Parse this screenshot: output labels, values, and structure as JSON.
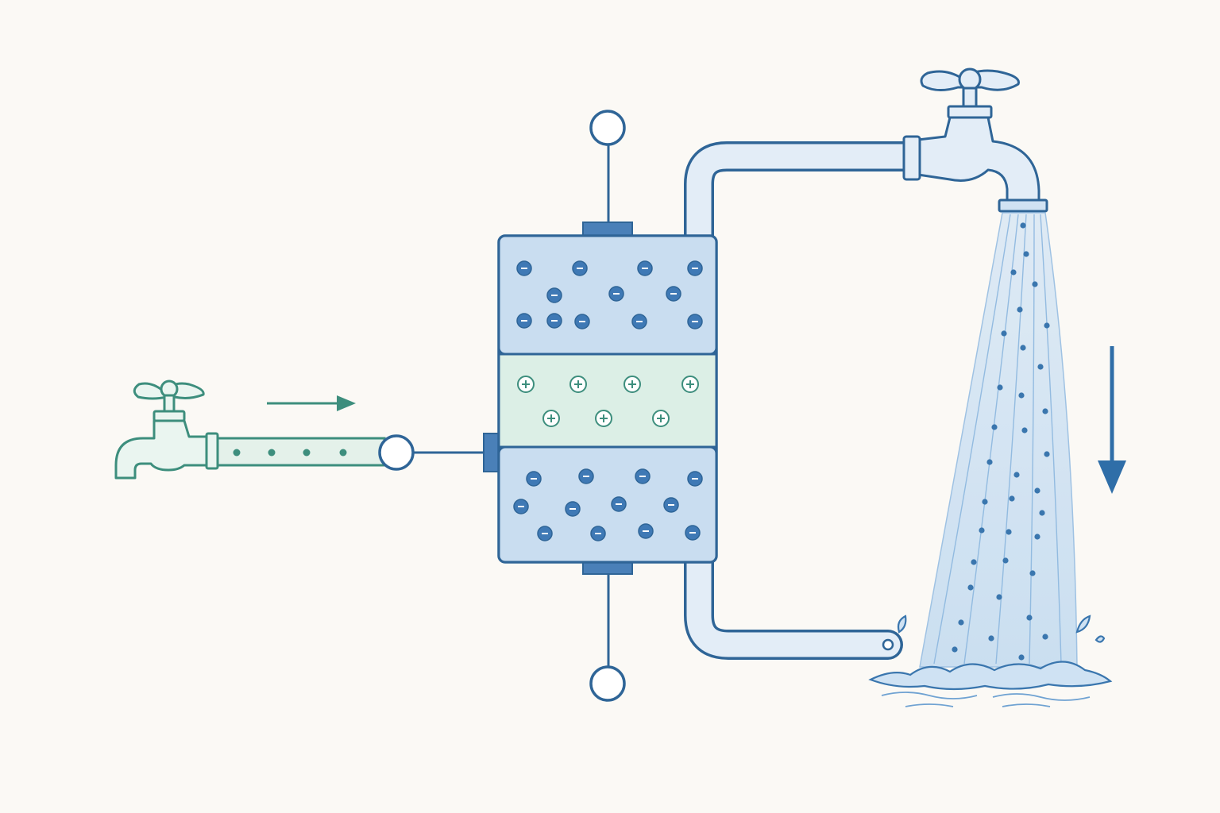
{
  "diagram": {
    "palette": {
      "background": "#fbf9f5",
      "outline_blue": "#2f6597",
      "fill_blue": "#c9ddf0",
      "pipe_fill": "#e3edf7",
      "green": "#3d8e7d",
      "green_fill": "#dcefe6",
      "water": "#a9cbe9",
      "arrow_blue": "#2f6ea8"
    },
    "cell": {
      "top_chamber": {
        "ion": "minus",
        "count": 12
      },
      "middle_chamber": {
        "ion": "plus",
        "count": 7
      },
      "bottom_chamber": {
        "ion": "minus",
        "count": 12
      }
    },
    "inlet": {
      "source": "faucet-icon",
      "flow_direction": "right",
      "particle_count": 4
    },
    "outlet": {
      "source": "faucet-icon",
      "flow_direction": "down",
      "splash": true
    },
    "terminals": {
      "count": 2,
      "positions": [
        "top",
        "bottom"
      ]
    }
  }
}
